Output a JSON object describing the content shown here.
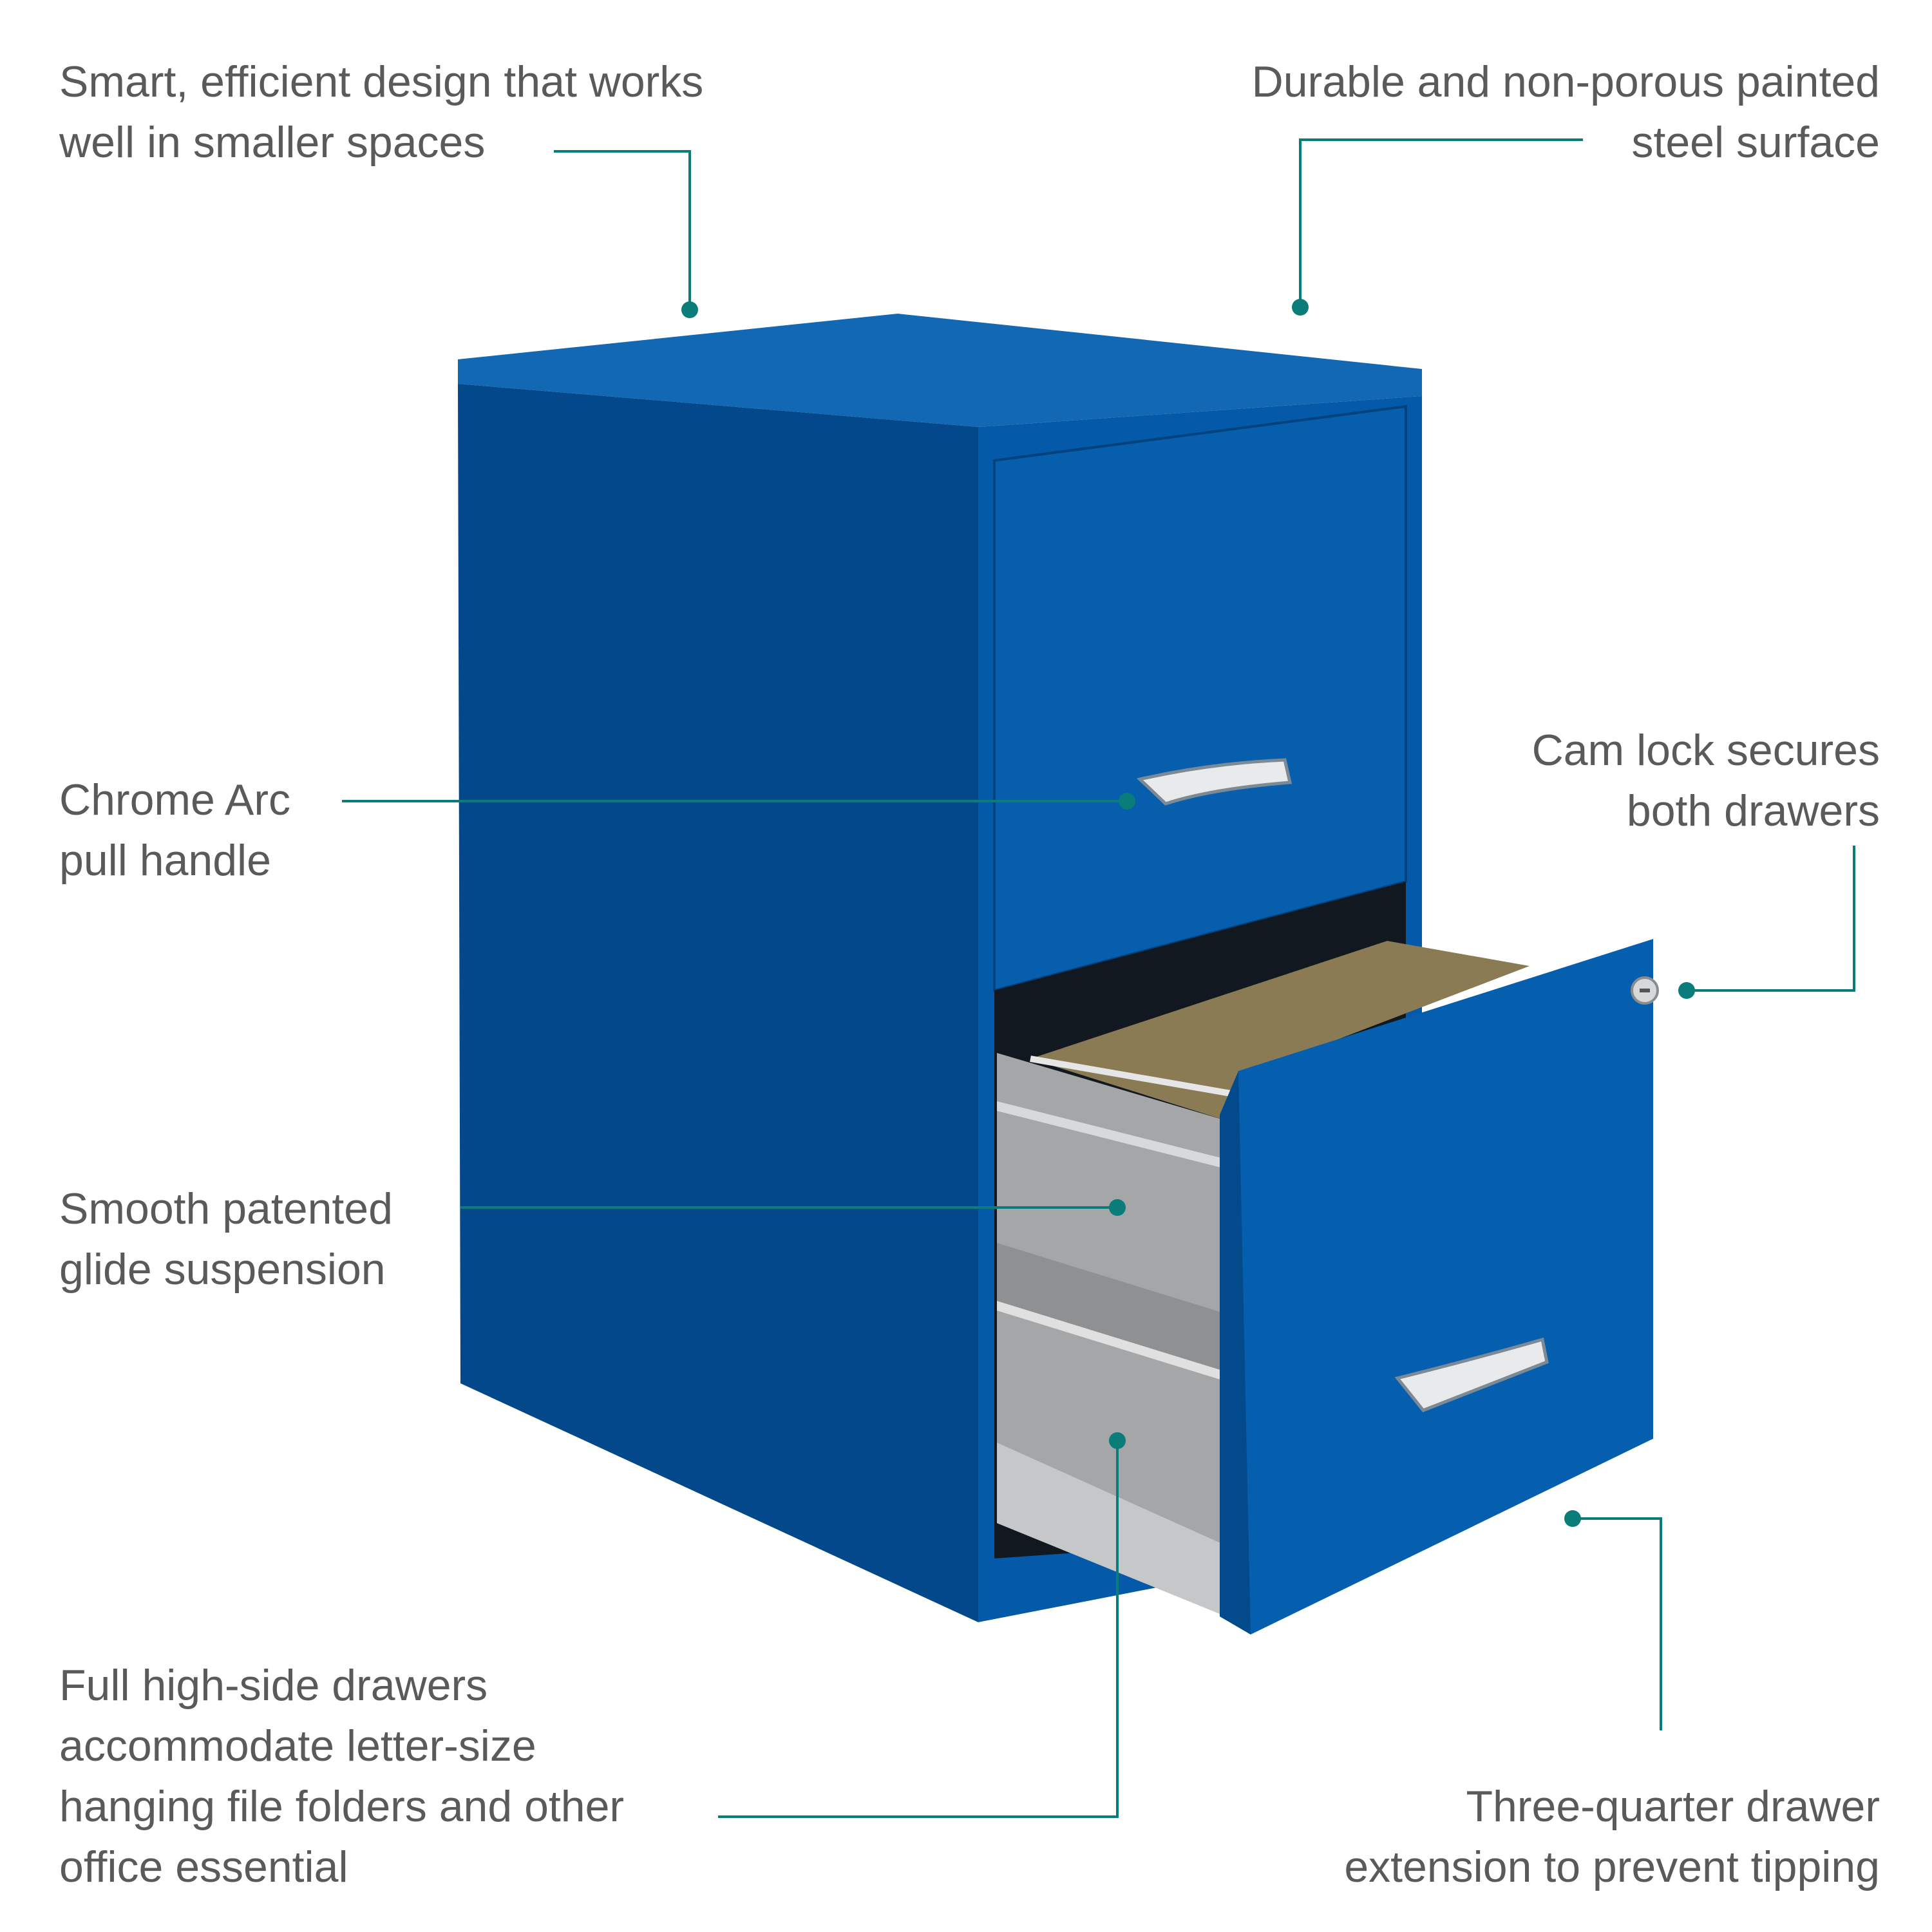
{
  "colors": {
    "accent": "#0a7c79",
    "cabinet_front": "#0559a9",
    "cabinet_side": "#03488a",
    "cabinet_top": "#1268b2",
    "text": "#5a5a5a"
  },
  "callouts": [
    {
      "lines": [
        "Smart, efficient design that works",
        "well in smaller spaces"
      ]
    },
    {
      "lines": [
        "Durable and non-porous painted",
        "steel surface"
      ]
    },
    {
      "lines": [
        "Chrome Arc",
        "pull handle"
      ]
    },
    {
      "lines": [
        "Cam lock secures",
        "both drawers"
      ]
    },
    {
      "lines": [
        "Smooth patented",
        "glide suspension"
      ]
    },
    {
      "lines": [
        "Full high-side drawers",
        "accommodate letter-size",
        "hanging file folders and other",
        "office essential"
      ]
    },
    {
      "lines": [
        "Three-quarter drawer",
        "extension to prevent tipping"
      ]
    }
  ]
}
